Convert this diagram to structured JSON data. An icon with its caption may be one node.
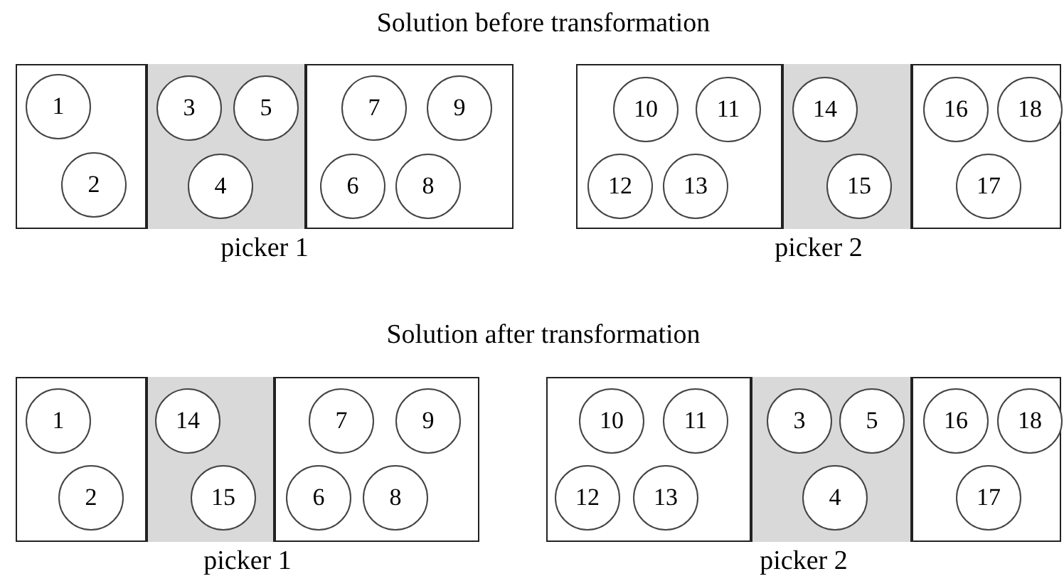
{
  "diagram": {
    "nodes": [
      {
        "text": [
          "picker 1"
        ]
      },
      {
        "text": [],
        "shape": "box",
        "in": 0
      },
      {
        "text": [
          "1"
        ],
        "in": 1
      },
      {
        "text": [
          "2"
        ],
        "in": 1
      },
      {
        "text": [],
        "shape": "box",
        "in": 0
      },
      {
        "text": [
          "3"
        ],
        "in": 4
      },
      {
        "text": [
          "5"
        ],
        "in": 4
      },
      {
        "text": [
          "4"
        ],
        "in": 4
      },
      {
        "text": [],
        "shape": "box",
        "in": 0
      },
      {
        "text": [
          "7"
        ],
        "in": 8
      },
      {
        "text": [
          "9"
        ],
        "in": 8
      },
      {
        "text": [
          "6"
        ],
        "in": 8
      },
      {
        "text": [
          "8"
        ],
        "in": 8
      },
      {
        "text": [
          "picker 2"
        ]
      },
      {
        "text": [],
        "shape": "box",
        "in": 13
      },
      {
        "text": [
          "10"
        ],
        "in": 14
      },
      {
        "text": [
          "11"
        ],
        "in": 14
      },
      {
        "text": [
          "12"
        ],
        "in": 14
      },
      {
        "text": [
          "13"
        ],
        "in": 14
      },
      {
        "text": [],
        "shape": "box",
        "in": 13
      },
      {
        "text": [
          "14"
        ],
        "in": 19
      },
      {
        "text": [
          "15"
        ],
        "in": 19
      },
      {
        "text": [],
        "shape": "box",
        "in": 13
      },
      {
        "text": [
          "16"
        ],
        "in": 22
      },
      {
        "text": [
          "18"
        ],
        "in": 22
      },
      {
        "text": [
          "17"
        ],
        "in": 22
      },
      {
        "text": [
          "picker 1"
        ]
      },
      {
        "text": [],
        "shape": "box",
        "in": 26
      },
      {
        "text": [
          "1"
        ],
        "in": 27
      },
      {
        "text": [
          "2"
        ],
        "in": 27
      },
      {
        "text": [],
        "shape": "box",
        "in": 26
      },
      {
        "text": [
          "14"
        ],
        "in": 30
      },
      {
        "text": [
          "15"
        ],
        "in": 30
      },
      {
        "text": [],
        "shape": "box",
        "in": 26
      },
      {
        "text": [
          "7"
        ],
        "in": 33
      },
      {
        "text": [
          "9"
        ],
        "in": 33
      },
      {
        "text": [
          "6"
        ],
        "in": 33
      },
      {
        "text": [
          "8"
        ],
        "in": 33
      },
      {
        "text": [
          "picker 2"
        ]
      },
      {
        "text": [],
        "shape": "box",
        "in": 38
      },
      {
        "text": [
          "10"
        ],
        "in": 39
      },
      {
        "text": [
          "11"
        ],
        "in": 39
      },
      {
        "text": [
          "12"
        ],
        "in": 39
      },
      {
        "text": [
          "13"
        ],
        "in": 39
      },
      {
        "text": [],
        "shape": "box",
        "in": 38
      },
      {
        "text": [
          "3"
        ],
        "in": 44
      },
      {
        "text": [
          "5"
        ],
        "in": 44
      },
      {
        "text": [
          "4"
        ],
        "in": 44
      },
      {
        "text": [],
        "shape": "box",
        "in": 38
      },
      {
        "text": [
          "16"
        ],
        "in": 48
      },
      {
        "text": [
          "18"
        ],
        "in": 48
      },
      {
        "text": [
          "17"
        ],
        "in": 48
      }
    ],
    "labels": [
      "Solution before transformation",
      "Solution after transformation"
    ]
  }
}
